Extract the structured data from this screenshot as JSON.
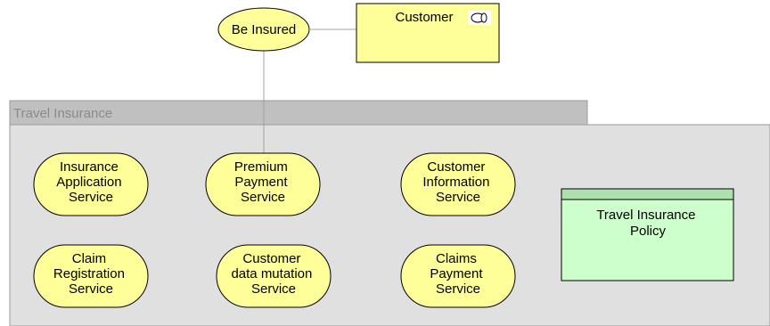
{
  "diagram": {
    "role_node": {
      "label": "Be Insured"
    },
    "actor_node": {
      "label": "Customer",
      "icon": "role-icon"
    },
    "group": {
      "label": "Travel Insurance"
    },
    "services": [
      {
        "lines": [
          "Insurance",
          "Application",
          "Service"
        ]
      },
      {
        "lines": [
          "Premium",
          "Payment",
          "Service"
        ]
      },
      {
        "lines": [
          "Customer",
          "Information",
          "Service"
        ]
      },
      {
        "lines": [
          "Claim",
          "Registration",
          "Service"
        ]
      },
      {
        "lines": [
          "Customer",
          "data mutation",
          "Service"
        ]
      },
      {
        "lines": [
          "Claims",
          "Payment",
          "Service"
        ]
      }
    ],
    "product": {
      "lines": [
        "Travel Insurance",
        "Policy"
      ]
    },
    "colors": {
      "element_fill": "#ffff99",
      "product_fill": "#ccffcc",
      "group_header_fill": "#c0c0c0",
      "group_body_fill": "#e0e0e0",
      "connector": "#a0a0a0"
    }
  }
}
